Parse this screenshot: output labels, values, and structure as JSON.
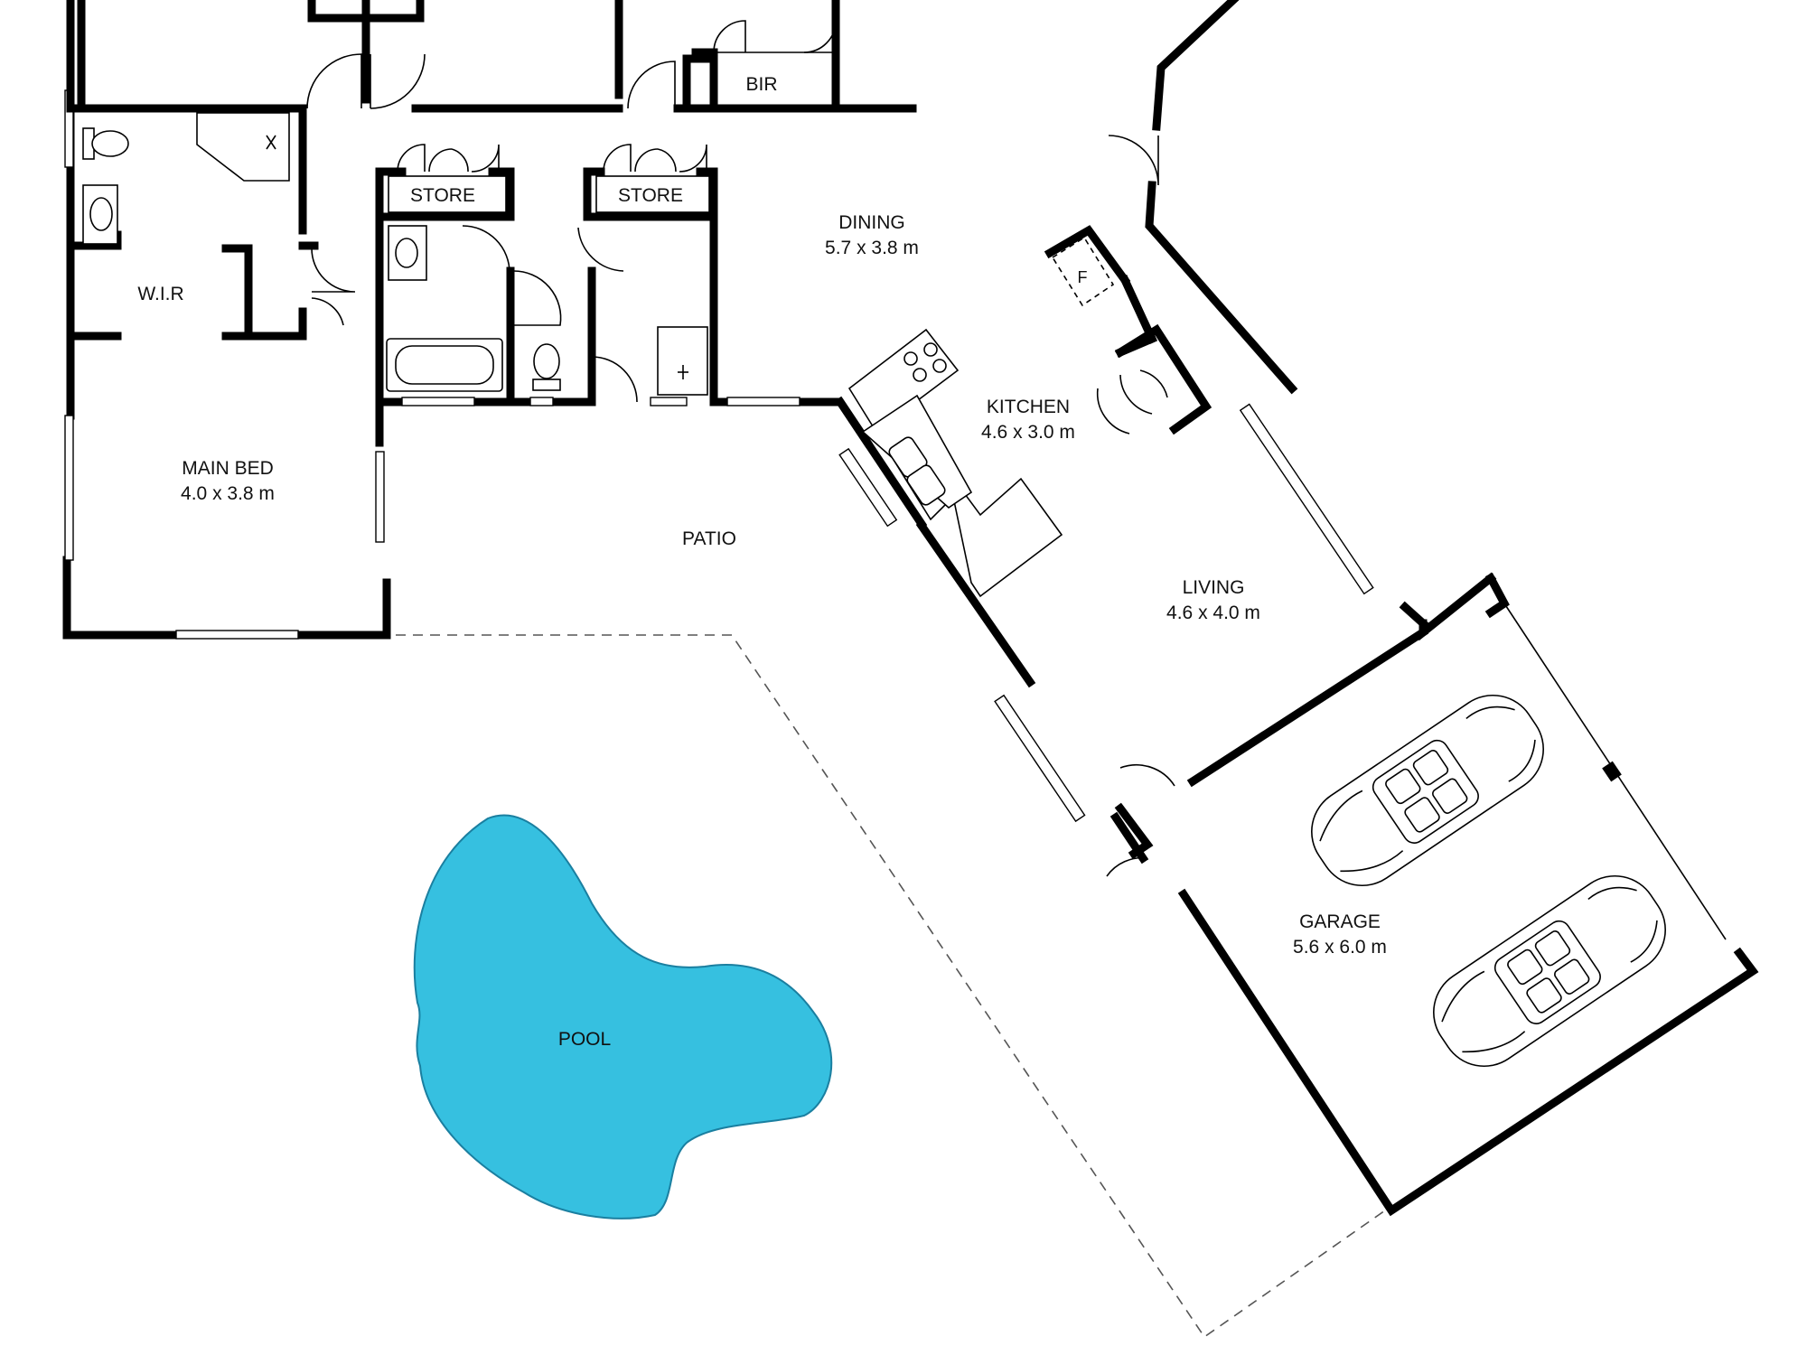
{
  "plan": {
    "rooms": [
      {
        "id": "main_bed",
        "name": "MAIN BED",
        "size": "4.0 x 3.8 m"
      },
      {
        "id": "wir",
        "name": "W.I.R",
        "size": ""
      },
      {
        "id": "store1",
        "name": "STORE",
        "size": ""
      },
      {
        "id": "store2",
        "name": "STORE",
        "size": ""
      },
      {
        "id": "bir",
        "name": "BIR",
        "size": ""
      },
      {
        "id": "dining",
        "name": "DINING",
        "size": "5.7 x 3.8 m"
      },
      {
        "id": "kitchen",
        "name": "KITCHEN",
        "size": "4.6 x 3.0 m"
      },
      {
        "id": "living",
        "name": "LIVING",
        "size": "4.6 x 4.0 m"
      },
      {
        "id": "garage",
        "name": "GARAGE",
        "size": "5.6 x 6.0 m"
      },
      {
        "id": "patio",
        "name": "PATIO",
        "size": ""
      },
      {
        "id": "pool",
        "name": "POOL",
        "size": ""
      }
    ],
    "fridge_label": "F",
    "colors": {
      "walls": "#000000",
      "pool": "#36C0E0",
      "background": "#ffffff",
      "outline_dashed": "#555555"
    },
    "icons": [
      "toilet-icon",
      "sink-icon",
      "shower-icon",
      "bathtub-icon",
      "cooktop-icon",
      "kitchen-sink-icon",
      "car-icon"
    ]
  }
}
